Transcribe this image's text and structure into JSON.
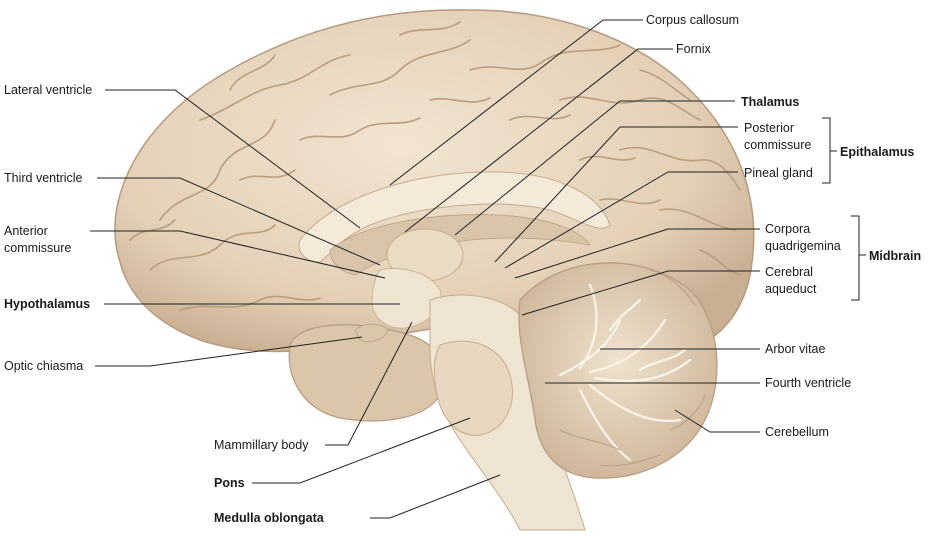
{
  "labels": {
    "corpus_callosum": "Corpus callosum",
    "fornix": "Fornix",
    "thalamus": "Thalamus",
    "posterior_commissure_1": "Posterior",
    "posterior_commissure_2": "commissure",
    "epithalamus": "Epithalamus",
    "pineal_gland": "Pineal gland",
    "corpora_quadrigemina_1": "Corpora",
    "corpora_quadrigemina_2": "quadrigemina",
    "midbrain": "Midbrain",
    "cerebral_aqueduct_1": "Cerebral",
    "cerebral_aqueduct_2": "aqueduct",
    "arbor_vitae": "Arbor vitae",
    "fourth_ventricle": "Fourth ventricle",
    "cerebellum": "Cerebellum",
    "lateral_ventricle": "Lateral ventricle",
    "third_ventricle": "Third ventricle",
    "anterior_commissure_1": "Anterior",
    "anterior_commissure_2": "commissure",
    "hypothalamus": "Hypothalamus",
    "optic_chiasma": "Optic chiasma",
    "mammillary_body": "Mammillary body",
    "pons": "Pons",
    "medulla_oblongata": "Medulla oblongata"
  },
  "colors": {
    "cortex": "#e9d9c3",
    "cortex_shadow": "#b79f84",
    "white_matter": "#f1e6d6",
    "leader": "#222222"
  }
}
